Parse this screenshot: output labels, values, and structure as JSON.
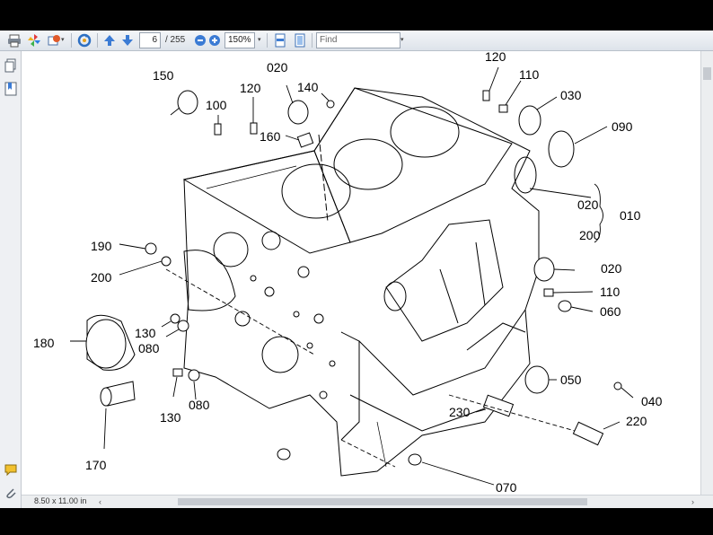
{
  "toolbar": {
    "page_current": "6",
    "page_total": "/ 255",
    "zoom": "150%",
    "find_placeholder": "Find"
  },
  "status": {
    "page_size": "8.50 x 11.00 in"
  },
  "diagram": {
    "labels": {
      "l150": "150",
      "l100": "100",
      "l120a": "120",
      "l020a": "020",
      "l140": "140",
      "l160": "160",
      "l120b": "120",
      "l110a": "110",
      "l030": "030",
      "l090": "090",
      "l020": "020",
      "l010": "010",
      "l200r": "200",
      "l190": "190",
      "l200": "200",
      "l020b": "020",
      "l110b": "110",
      "l060": "060",
      "l180": "180",
      "l130a": "130",
      "l080a": "080",
      "l130b": "130",
      "l080b": "080",
      "l050": "050",
      "l040": "040",
      "l230": "230",
      "l220": "220",
      "l170": "170",
      "l070": "070"
    }
  }
}
